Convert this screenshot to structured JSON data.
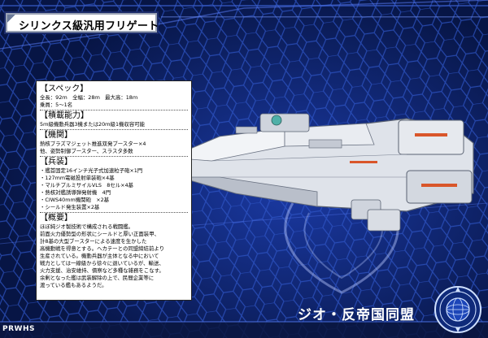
{
  "title": "シリンクス級汎用フリゲート",
  "spec": {
    "heading": "【スペック】",
    "lines": [
      "全長：92ｍ　全幅：28ｍ　最大高：18ｍ",
      "乗員：5～1名"
    ]
  },
  "capacity": {
    "heading": "【積載能力】",
    "lines": [
      "5ｍ級機動兵器3機または20ｍ級1機収容可能"
    ]
  },
  "engine": {
    "heading": "【機関】",
    "lines": [
      "熱核プラズマジェット推進双発ブースター×4",
      "他、姿勢制御ブースター、スラスタ多数"
    ]
  },
  "weapons": {
    "heading": "【兵装】",
    "lines": [
      "・艦首固定16インチ光子式加速粒子砲×1門",
      "・127mm電磁投射単装砲×4基",
      "・マルチプルミサイルVLS　8セル×4基",
      "・熱核対艦誘導弾発射機　4門",
      "・CIWS40mm機関砲　×2基",
      "・シールド発生装置×2基"
    ]
  },
  "overview": {
    "heading": "【概要】",
    "lines": [
      "ほぼ純ジオ製技術で構成される戦闘艦。",
      "前面火力優勢型の形状にシールドと厚い正面装甲、",
      "計8基の大型ブースターによる速度を生かした",
      "高機動戦を得意とする。ヘカテーとの同盟締結前より",
      "生産されている。機動兵器が主体となる中において",
      "戦力としては一線級から徐々に退いているが、輸送、",
      "火力支援、治安維持、債察など多種な雑務をこなす。",
      "余剰となった艦は武装解除の上で、民間企業等に",
      "渡っている艦もあるようだ。"
    ]
  },
  "footer": {
    "faction": "ジオ・反帝国同盟",
    "brand": "PRWHS"
  },
  "colors": {
    "background": "#0a1f5c",
    "hex_grid": "#2f56c8",
    "panel": "#ffffff",
    "hull": "#e4e7ec",
    "accent": "#d9562a"
  },
  "icons": {
    "emblem": "faction-emblem-icon",
    "ship": "frigate-illustration"
  }
}
